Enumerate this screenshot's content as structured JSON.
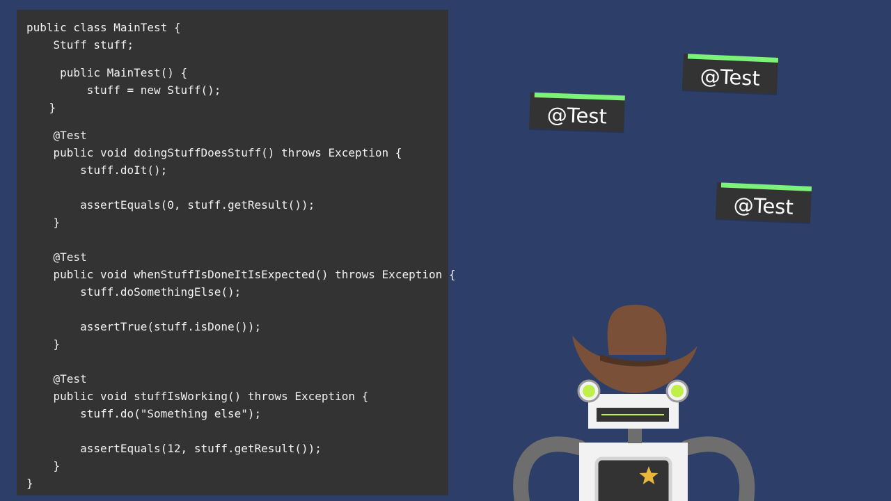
{
  "code": {
    "lines": [
      "public class MainTest {",
      "    Stuff stuff;",
      "     public MainTest() {",
      "         stuff = new Stuff();",
      "    }",
      "    @Test",
      "    public void doingStuffDoesStuff() throws Exception {",
      "        stuff.doIt();",
      "        assertEquals(0, stuff.getResult());",
      "    }",
      "    @Test",
      "    public void whenStuffIsDoneItIsExpected() throws Exception {",
      "        stuff.doSomethingElse();",
      "        assertTrue(stuff.isDone());",
      "    }",
      "    @Test",
      "    public void stuffIsWorking() throws Exception {",
      "        stuff.do(\"Something else\");",
      "        assertEquals(12, stuff.getResult());",
      "    }",
      "}"
    ]
  },
  "cards": [
    {
      "label": "@Test"
    },
    {
      "label": "@Test"
    },
    {
      "label": "@Test"
    }
  ],
  "colors": {
    "background": "#2d3e68",
    "code_panel": "#333333",
    "code_text": "#f2f2f2",
    "card": "#333333",
    "card_stripe": "#7cf27a",
    "hat": "#7a5038",
    "hat_band": "#4f3424",
    "robot_body": "#f2f2f2",
    "robot_arm": "#6e6e6e",
    "robot_eye": "#bff04a",
    "star": "#e7b83a"
  },
  "icons": {
    "hat": "cowboy-hat-icon",
    "star": "sheriff-star-icon"
  }
}
